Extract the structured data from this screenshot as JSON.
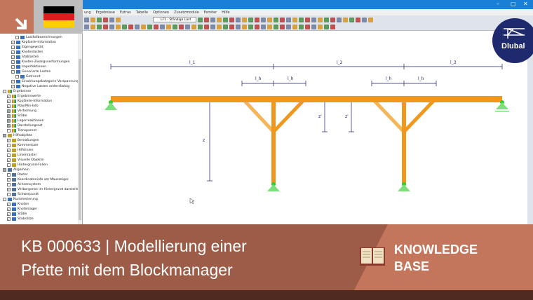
{
  "menu": [
    "ung",
    "Ergebnisse",
    "Extras",
    "Tabelle",
    "Optionen",
    "Zusatzmodule",
    "Fenster",
    "Hilfe"
  ],
  "load_case": "LF1 - Ständige Last",
  "tree": [
    {
      "label": "Lastfallbezeichnungen",
      "level": 3,
      "check": "off"
    },
    {
      "label": "Kopfzeile-Information",
      "level": 2,
      "check": "on"
    },
    {
      "label": "Eigengewicht",
      "level": 2,
      "check": "off"
    },
    {
      "label": "Knotenlasten",
      "level": 2,
      "check": "on"
    },
    {
      "label": "Stablasten",
      "level": 2,
      "check": "on"
    },
    {
      "label": "Knoten-Zwangsverformungen",
      "level": 2,
      "check": "on"
    },
    {
      "label": "Imperfektionen",
      "level": 2,
      "check": "on"
    },
    {
      "label": "Generierte Lasten",
      "level": 2,
      "check": "on"
    },
    {
      "label": "Getrennt",
      "level": 3,
      "check": "off"
    },
    {
      "label": "Einwirkungskategorie Vorspannung",
      "level": 2,
      "check": "on"
    },
    {
      "label": "Negative Lasten andersfarbig",
      "level": 2,
      "check": "on"
    },
    {
      "label": "Ergebnisse",
      "level": 0,
      "check": "off"
    },
    {
      "label": "Ergebniswerte",
      "level": 1,
      "check": "on"
    },
    {
      "label": "Kopfzeile-Information",
      "level": 1,
      "check": "on"
    },
    {
      "label": "Max/Min-Info",
      "level": 1,
      "check": "on"
    },
    {
      "label": "Verformung",
      "level": 1,
      "check": "part"
    },
    {
      "label": "Stäbe",
      "level": 1,
      "check": "part"
    },
    {
      "label": "Lagerreaktionen",
      "level": 1,
      "check": "part"
    },
    {
      "label": "Darstellungsart",
      "level": 1,
      "check": "part"
    },
    {
      "label": "Transparent",
      "level": 1,
      "check": "off"
    },
    {
      "label": "Hilfsobjekte",
      "level": 0,
      "check": "part"
    },
    {
      "label": "Bemaßungen",
      "level": 1,
      "check": "on"
    },
    {
      "label": "Kommentare",
      "level": 1,
      "check": "off"
    },
    {
      "label": "Hilfslinien",
      "level": 1,
      "check": "on"
    },
    {
      "label": "Linienraster",
      "level": 1,
      "check": "off"
    },
    {
      "label": "Visuelle Objekte",
      "level": 1,
      "check": "on"
    },
    {
      "label": "Hintergrund-Folien",
      "level": 1,
      "check": "off"
    },
    {
      "label": "Allgemein",
      "level": 0,
      "check": "part"
    },
    {
      "label": "Raster",
      "level": 1,
      "check": "off"
    },
    {
      "label": "Koordinateninfo am Mauszeiger",
      "level": 1,
      "check": "on"
    },
    {
      "label": "Achsensystem",
      "level": 1,
      "check": "off"
    },
    {
      "label": "Verborgenes im Hintergrund darstellen",
      "level": 1,
      "check": "on"
    },
    {
      "label": "Schwerpunkt",
      "level": 1,
      "check": "off"
    },
    {
      "label": "Nummerierung",
      "level": 0,
      "check": "off"
    },
    {
      "label": "Knoten",
      "level": 1,
      "check": "on"
    },
    {
      "label": "Knotenlager",
      "level": 1,
      "check": "on"
    },
    {
      "label": "Stäbe",
      "level": 1,
      "check": "on"
    },
    {
      "label": "Stabsätze",
      "level": 1,
      "check": "on"
    }
  ],
  "dims": {
    "l1": "l_1",
    "l2": "l_2",
    "l3": "l_3",
    "lh": "l_h",
    "z": "z",
    "zp": "z'"
  },
  "logo": "Dlubal",
  "banner": {
    "line1": "KB 000633 | Modellierung einer",
    "line2": "Pfette mit dem Blockmanager",
    "kb1": "KNOWLEDGE",
    "kb2": "BASE"
  },
  "colors": {
    "beam": "#f0981e",
    "brace": "#f6b556",
    "support": "#7be07b",
    "dim": "#1a1a6e"
  }
}
